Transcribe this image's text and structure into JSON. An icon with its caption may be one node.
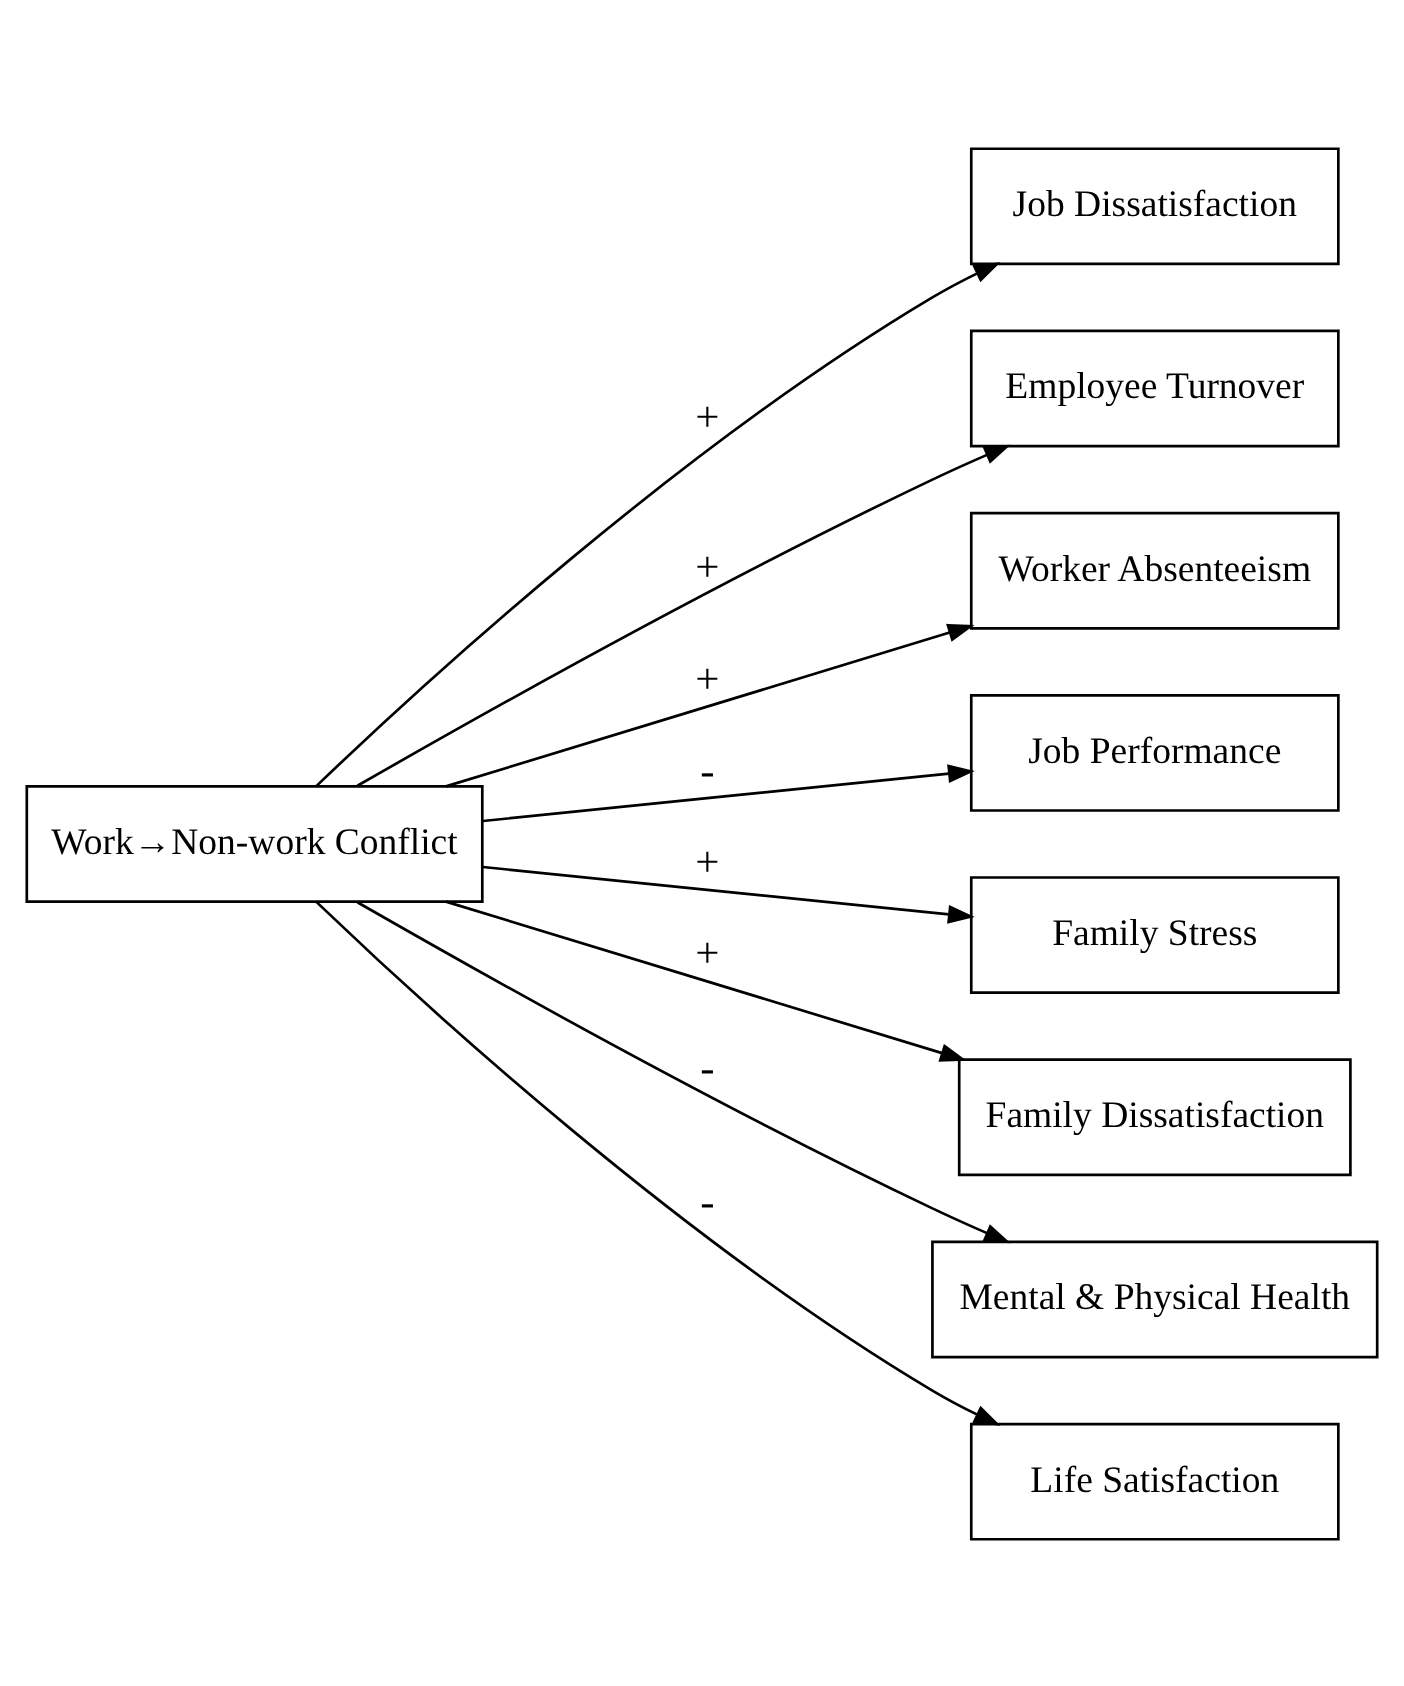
{
  "diagram": {
    "nodes": [
      {
        "text": [
          "Work→Non-work Conflict"
        ]
      },
      {
        "text": [
          "Job Dissatisfaction"
        ]
      },
      {
        "text": [
          "Employee Turnover"
        ]
      },
      {
        "text": [
          "Worker Absenteeism"
        ]
      },
      {
        "text": [
          "Job Performance"
        ]
      },
      {
        "text": [
          "Family Stress"
        ]
      },
      {
        "text": [
          "Family Dissatisfaction"
        ]
      },
      {
        "text": [
          "Mental & Physical Health"
        ]
      },
      {
        "text": [
          "Life Satisfaction"
        ]
      }
    ],
    "edges": [
      {
        "from": 0,
        "to": 1,
        "arrow": "to",
        "label": "+"
      },
      {
        "from": 0,
        "to": 2,
        "arrow": "to",
        "label": "+"
      },
      {
        "from": 0,
        "to": 3,
        "arrow": "to",
        "label": "+"
      },
      {
        "from": 0,
        "to": 4,
        "arrow": "to",
        "label": "-"
      },
      {
        "from": 0,
        "to": 5,
        "arrow": "to",
        "label": "+"
      },
      {
        "from": 0,
        "to": 6,
        "arrow": "to",
        "label": "+"
      },
      {
        "from": 0,
        "to": 7,
        "arrow": "to",
        "label": "-"
      },
      {
        "from": 0,
        "to": 8,
        "arrow": "to",
        "label": "-"
      }
    ]
  }
}
